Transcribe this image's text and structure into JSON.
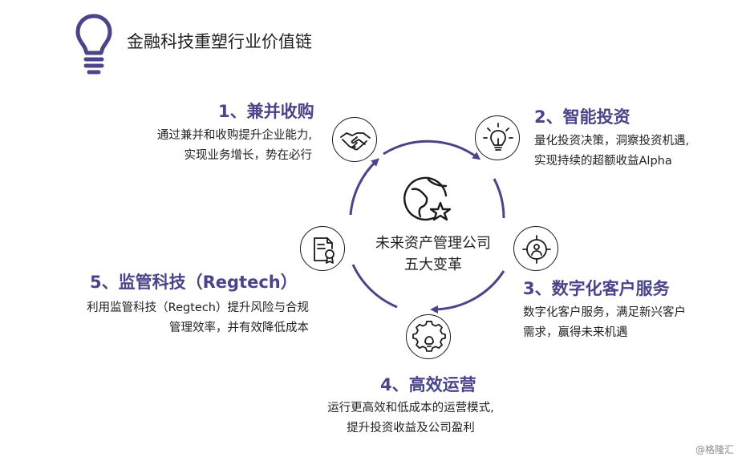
{
  "title": "金融科技重塑行业价值链",
  "center": {
    "line1": "未来资产管理公司",
    "line2": "五大变革"
  },
  "items": [
    {
      "heading": "1、兼并收购",
      "desc1": "通过兼并和收购提升企业能力,",
      "desc2": "实现业务增长，势在必行",
      "icon": "handshake-icon"
    },
    {
      "heading": "2、智能投资",
      "desc1": "量化投资决策，洞察投资机遇,",
      "desc2": "实现持续的超额收益Alpha",
      "icon": "lightbulb-icon"
    },
    {
      "heading": "3、数字化客户服务",
      "desc1": "数字化客户服务，满足新兴客户",
      "desc2": "需求，赢得未来机遇",
      "icon": "target-person-icon"
    },
    {
      "heading": "4、高效运营",
      "desc1": "运行更高效和低成本的运营模式,",
      "desc2": "提升投资收益及公司盈利",
      "icon": "gear-icon"
    },
    {
      "heading": "5、监管科技（Regtech）",
      "desc1": "利用监管科技（Regtech）提升风险与合规",
      "desc2": "管理效率，并有效降低成本",
      "icon": "certificate-icon"
    }
  ],
  "watermark": "@格隆汇",
  "colors": {
    "accent": "#4a4588",
    "icon_stroke": "#1a1a1a",
    "text": "#222222"
  }
}
